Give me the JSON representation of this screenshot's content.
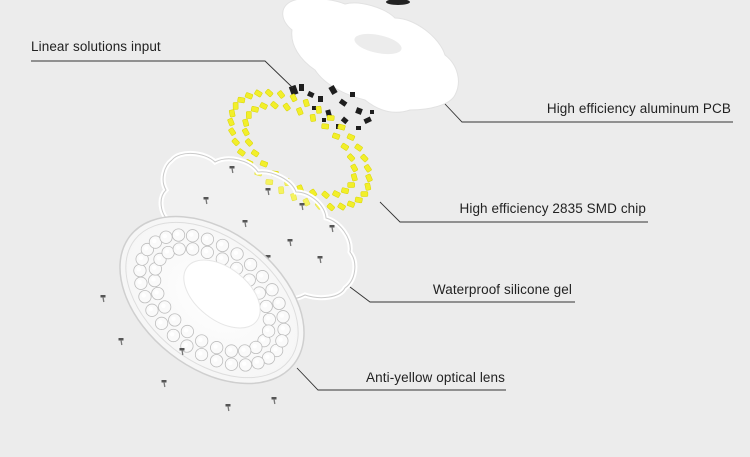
{
  "labels": {
    "linear_input": "Linear solutions input",
    "aluminum_pcb": "High efficiency aluminum PCB",
    "smd_chip": "High efficiency 2835 SMD chip",
    "silicone_gel": "Waterproof silicone gel",
    "optical_lens": "Anti-yellow optical lens"
  },
  "colors": {
    "background": "#ececec",
    "led_yellow": "#f2ef2a",
    "leader_line": "#333333",
    "screw": "#666666"
  }
}
